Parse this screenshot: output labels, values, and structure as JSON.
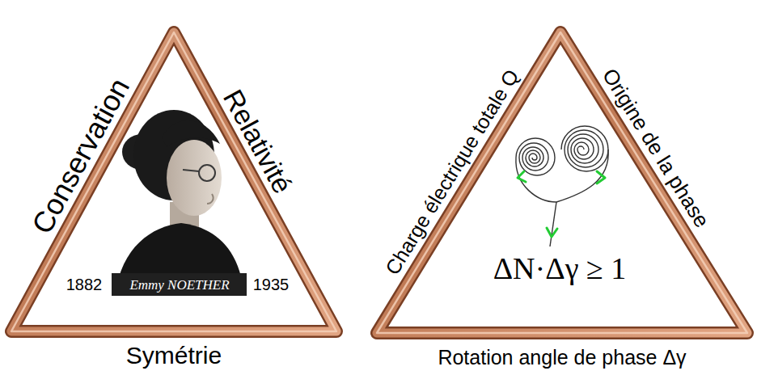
{
  "diagram": {
    "nodes": [
      {
        "text": [
          "Conservation",
          "Relativité",
          "Symétrie",
          "1882",
          "Emmy NOETHER",
          "1935"
        ]
      },
      {
        "text": [
          "Charge électrique totale Q",
          "Origine de la phase",
          "Rotation angle de phase Δγ",
          "ΔN·Δγ ≥ 1"
        ]
      }
    ]
  }
}
